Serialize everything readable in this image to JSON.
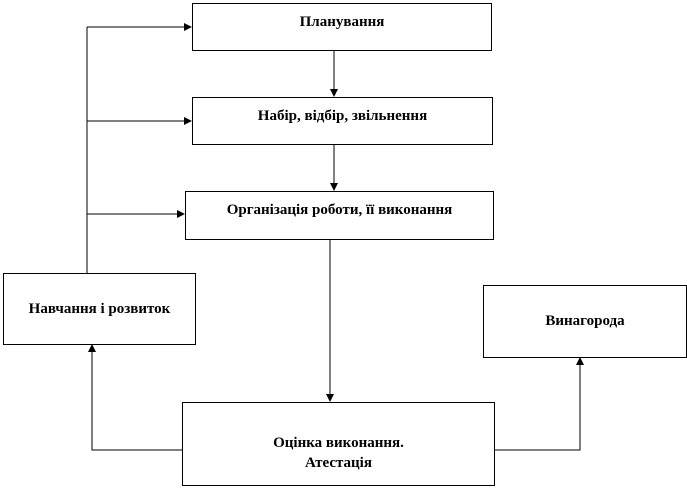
{
  "nodes": {
    "planning": "Планування",
    "recruitment": "Набір, відбір, звільнення",
    "organization": "Організація роботи, її виконання",
    "training": "Навчання і розвиток",
    "reward": "Винагорода",
    "evaluation_line1": "Оцінка виконання.",
    "evaluation_line2": "Атестація"
  },
  "colors": {
    "line": "#000000",
    "background": "#ffffff"
  }
}
